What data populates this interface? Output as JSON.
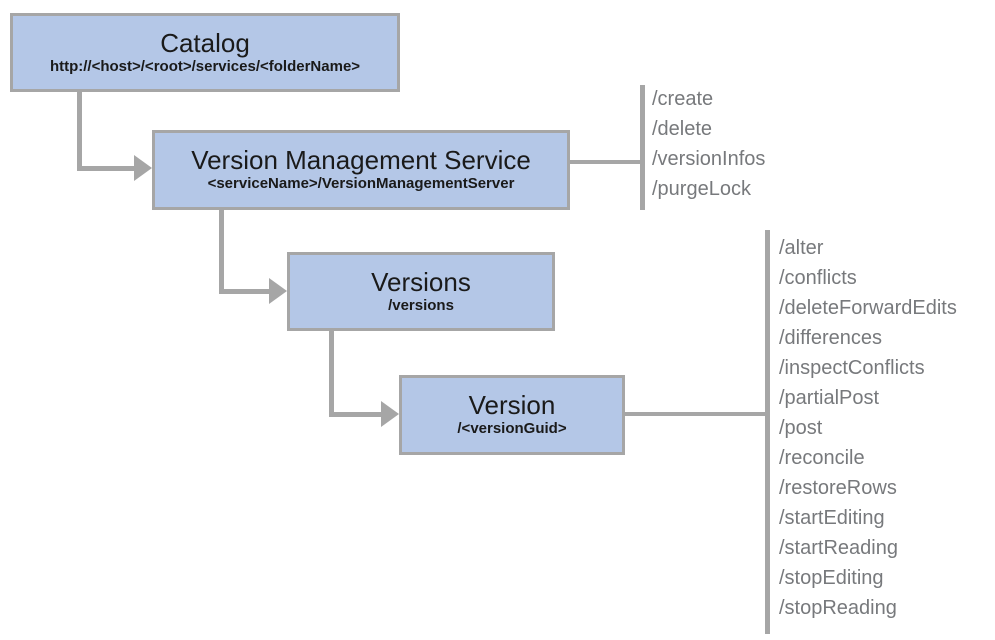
{
  "nodes": {
    "catalog": {
      "title": "Catalog",
      "subtitle": "http://<host>/<root>/services/<folderName>"
    },
    "vms": {
      "title": "Version Management Service",
      "subtitle": "<serviceName>/VersionManagementServer"
    },
    "versions": {
      "title": "Versions",
      "subtitle": "/versions"
    },
    "version": {
      "title": "Version",
      "subtitle": "/<versionGuid>"
    }
  },
  "endpoints": {
    "vms": [
      "/create",
      "/delete",
      "/versionInfos",
      "/purgeLock"
    ],
    "version": [
      "/alter",
      "/conflicts",
      "/deleteForwardEdits",
      "/differences",
      "/inspectConflicts",
      "/partialPost",
      "/post",
      "/reconcile",
      "/restoreRows",
      "/startEditing",
      "/startReading",
      "/stopEditing",
      "/stopReading"
    ]
  },
  "colors": {
    "node_fill": "#b4c7e7",
    "node_border": "#a6a6a6",
    "connector": "#a6a6a6",
    "endpoint_text": "#77797c",
    "node_text": "#1a1a1a"
  }
}
